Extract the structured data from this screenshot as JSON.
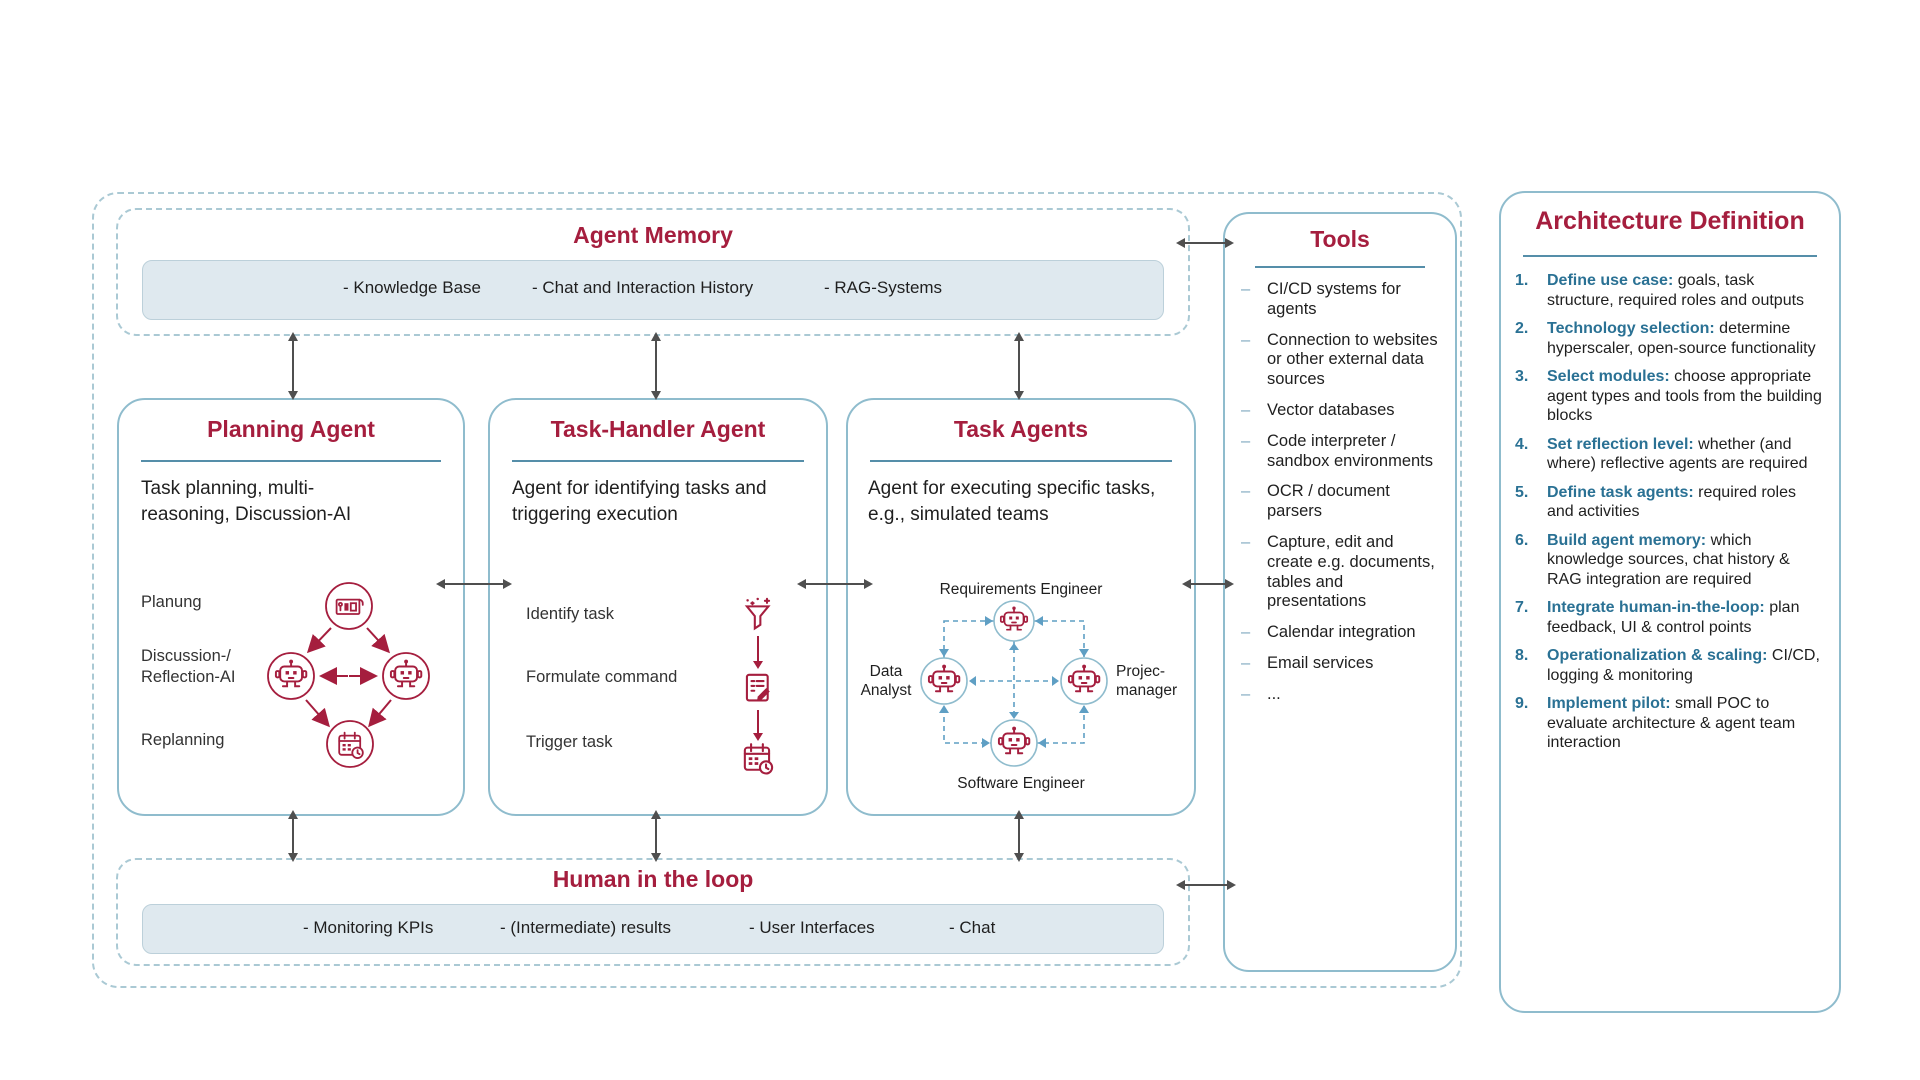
{
  "colors": {
    "crimson": "#a51e3e",
    "steel_blue": "#2a7194",
    "box_border": "#8fbccd",
    "dashed_border": "#aac9d4",
    "bar_fill": "#dfe9ef",
    "arrow_gray": "#4f4f4f",
    "dashed_arrow_blue": "#5f9fc4"
  },
  "agent_memory": {
    "title": "Agent Memory",
    "items": [
      "- Knowledge Base",
      "- Chat and Interaction History",
      "- RAG-Systems"
    ]
  },
  "planning_agent": {
    "title": "Planning Agent",
    "description": "Task planning, multi-reasoning, Discussion-AI",
    "rows": [
      "Planung",
      "Discussion-/\nReflection-AI",
      "Replanning"
    ]
  },
  "task_handler_agent": {
    "title": "Task-Handler Agent",
    "description": "Agent for identifying tasks and triggering execution",
    "steps": [
      "Identify task",
      "Formulate command",
      "Trigger task"
    ]
  },
  "task_agents": {
    "title": "Task Agents",
    "description": "Agent for executing specific tasks, e.g., simulated teams",
    "roles": {
      "top": "Requirements Engineer",
      "left": "Data\nAnalyst",
      "right": "Projec-\nmanager",
      "bottom": "Software Engineer"
    }
  },
  "human_in_the_loop": {
    "title": "Human in the loop",
    "items": [
      "- Monitoring KPIs",
      "- (Intermediate) results",
      "- User Interfaces",
      "- Chat"
    ]
  },
  "tools": {
    "title": "Tools",
    "bullet": "–",
    "items": [
      "CI/CD systems for agents",
      "Connection to websites or other external data sources",
      "Vector databases",
      "Code interpreter / sandbox environments",
      "OCR / document parsers",
      "Capture, edit and create e.g. documents, tables and presentations",
      "Calendar integration",
      "Email services",
      "..."
    ]
  },
  "architecture_definition": {
    "title": "Architecture Definition",
    "items": [
      {
        "num": "1.",
        "lead": "Define use case:",
        "rest": " goals, task structure, required roles and outputs"
      },
      {
        "num": "2.",
        "lead": "Technology selection:",
        "rest": " determine hyperscaler, open-source functionality"
      },
      {
        "num": "3.",
        "lead": "Select modules:",
        "rest": " choose appropriate agent types and tools from the building blocks"
      },
      {
        "num": "4.",
        "lead": "Set reflection level:",
        "rest": " whether (and where) reflective agents are required"
      },
      {
        "num": "5.",
        "lead": "Define task agents:",
        "rest": " required roles and activities"
      },
      {
        "num": "6.",
        "lead": "Build agent memory:",
        "rest": " which knowledge sources, chat history & RAG integration are required"
      },
      {
        "num": "7.",
        "lead": "Integrate human-in-the-loop:",
        "rest": " plan feedback, UI & control points"
      },
      {
        "num": "8.",
        "lead": "Operationalization & scaling:",
        "rest": " CI/CD, logging & monitoring"
      },
      {
        "num": "9.",
        "lead": "Implement pilot:",
        "rest": " small POC to evaluate architecture & agent team interaction"
      }
    ]
  }
}
